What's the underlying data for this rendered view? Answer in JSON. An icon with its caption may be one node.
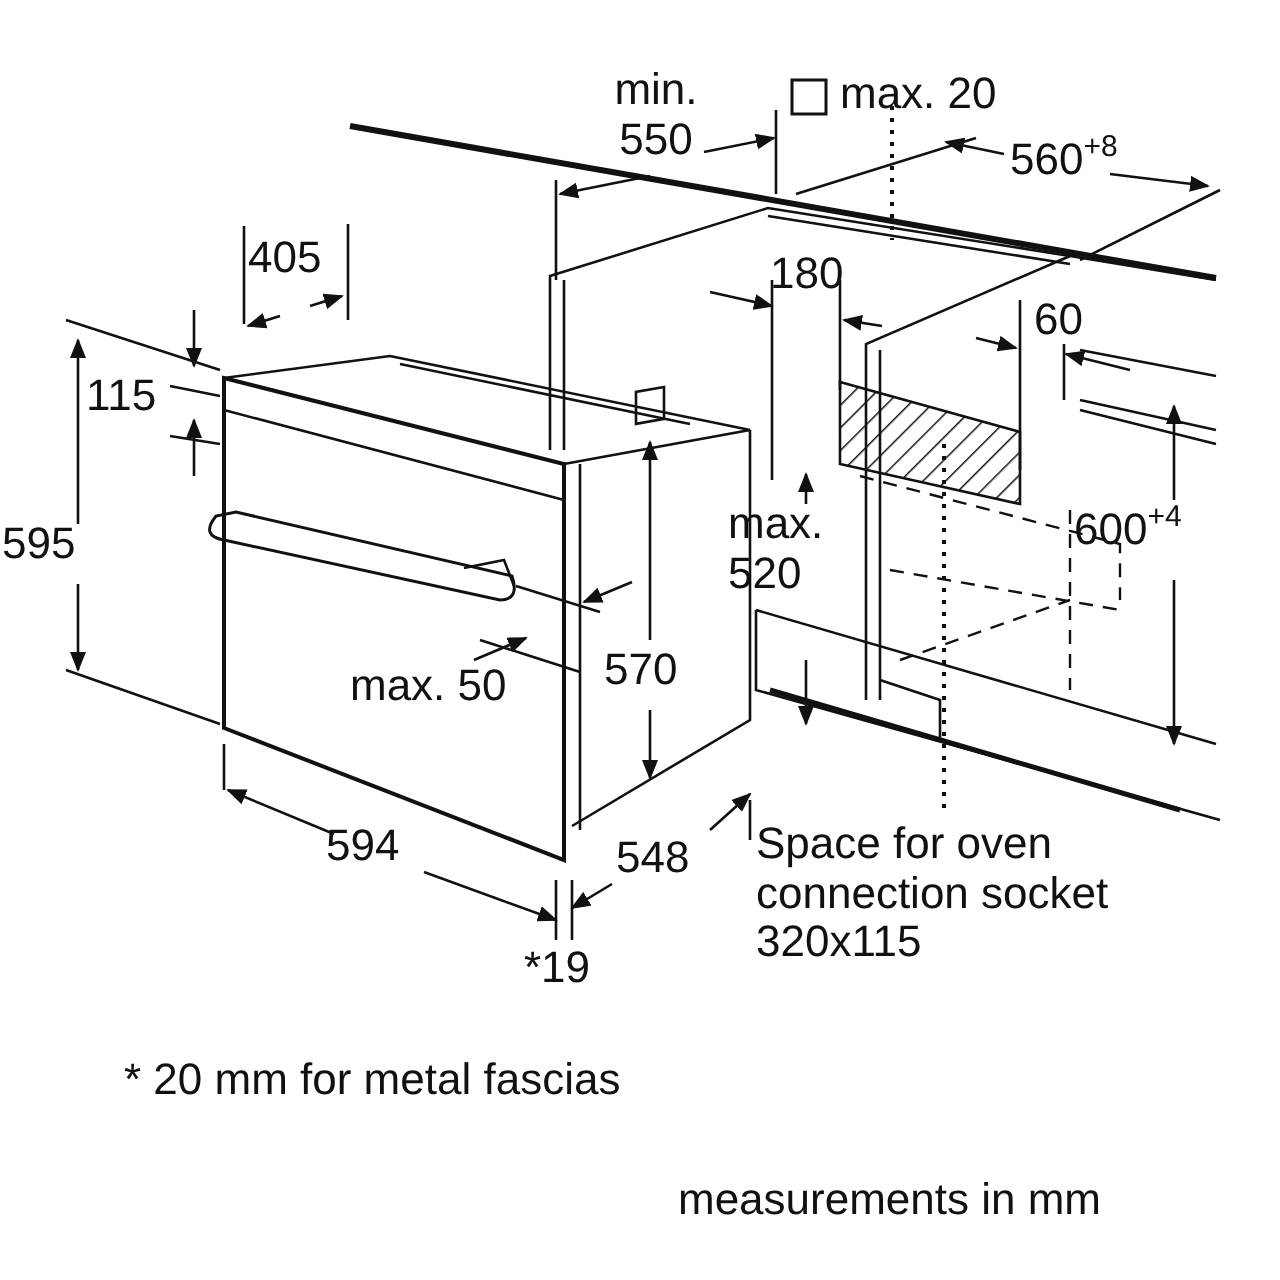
{
  "diagram": {
    "labels": [
      "min. 550",
      "max. 20",
      "560$^{+8}$",
      "405",
      "180",
      "115",
      "60",
      "595",
      "max. 520",
      "600$^{+4}$",
      "max. 50",
      "570",
      "594",
      "548",
      "*19",
      "Space for oven connection socket 320x115",
      "* 20 mm for metal fascias",
      "measurements in mm"
    ]
  }
}
